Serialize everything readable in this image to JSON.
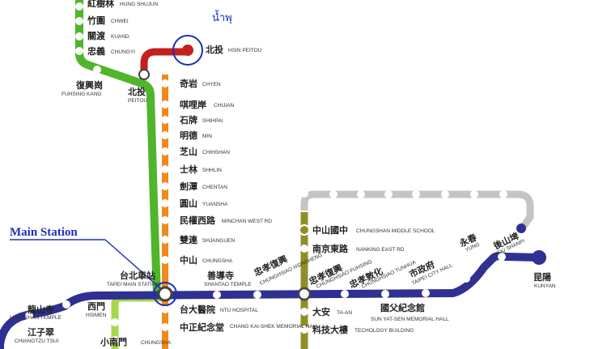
{
  "annotations": {
    "main_station": "Main Station",
    "hot_spring_note": "น้ำพุ"
  },
  "colors": {
    "tamsui_line": "#4fb52a",
    "xinbeitou_branch": "#c41e1e",
    "zhonghe_line": "#f08a1c",
    "bannan_line": "#2e3192",
    "olive_line": "#8f8f2a",
    "grey_line": "#c4c4c4",
    "light_green_line": "#a6d84a",
    "highlight": "#1a2fbf"
  },
  "stations": [
    {
      "zh": "紅樹林",
      "en": "HUNG SHUJUN"
    },
    {
      "zh": "竹圍",
      "en": "CHWEI"
    },
    {
      "zh": "關渡",
      "en": "KUAND"
    },
    {
      "zh": "忠義",
      "en": "CHUNGYI"
    },
    {
      "zh": "北投",
      "en": "HSIN PEITOU"
    },
    {
      "zh": "復興崗",
      "en": "FUHSING KANG"
    },
    {
      "zh": "北投",
      "en": "PEITOU"
    },
    {
      "zh": "奇岩",
      "en": "CHYEN"
    },
    {
      "zh": "唭哩岸",
      "en": "CHIJIAN"
    },
    {
      "zh": "石牌",
      "en": "SHIHPAI"
    },
    {
      "zh": "明德",
      "en": "MIN"
    },
    {
      "zh": "芝山",
      "en": "CHIHSHAN"
    },
    {
      "zh": "士林",
      "en": "SHHLIN"
    },
    {
      "zh": "劍潭",
      "en": "CHENTAN"
    },
    {
      "zh": "圓山",
      "en": "YUANSHA"
    },
    {
      "zh": "民權西路",
      "en": "MINCHAN WEST RD"
    },
    {
      "zh": "雙連",
      "en": "SHJANGUEN"
    },
    {
      "zh": "中山",
      "en": "CHUNGSHA"
    },
    {
      "zh": "台北車站",
      "en": "TAPEI MAIN STATION"
    },
    {
      "zh": "善導寺",
      "en": "SHANTAO TEMPLE"
    },
    {
      "zh": "忠孝復興",
      "en": "CHUNGHSIAO HSINSHENG"
    },
    {
      "zh": "忠孝敦化",
      "en": "CHUNGHSIAO TUNHUA"
    },
    {
      "zh": "市政府",
      "en": "TAIPEI CITY HALL"
    },
    {
      "zh": "永春",
      "en": "YUNG"
    },
    {
      "zh": "後山埤",
      "en": "HOU SHANPI"
    },
    {
      "zh": "昆陽",
      "en": "KUNYAN"
    },
    {
      "zh": "中山國中",
      "en": "CHUNGSHAN MIDDLE SCHOOL"
    },
    {
      "zh": "南京東路",
      "en": "NANKING EAST RD"
    },
    {
      "zh": "忠孝復興",
      "en": "CHUNGHSIAO FUHSING"
    },
    {
      "zh": "大安",
      "en": "TA-AN"
    },
    {
      "zh": "科技大樓",
      "en": "TECHOLOGY BUILDING"
    },
    {
      "zh": "國父紀念館",
      "en": "SUN YAT-SEN MEMORIAL HALL"
    },
    {
      "zh": "台大醫院",
      "en": "NTU HOSPITAL"
    },
    {
      "zh": "中正紀念堂",
      "en": "CHANG KAI-SHEK MEMORIAL HALL"
    },
    {
      "zh": "龍山寺",
      "en": "LUNGSHAN TEMPLE"
    },
    {
      "zh": "西門",
      "en": "HSIMEN"
    },
    {
      "zh": "江子翠",
      "en": "CHIANGTZU TSUI"
    },
    {
      "zh": "小南門",
      "en": "CHUNGSHA"
    }
  ]
}
